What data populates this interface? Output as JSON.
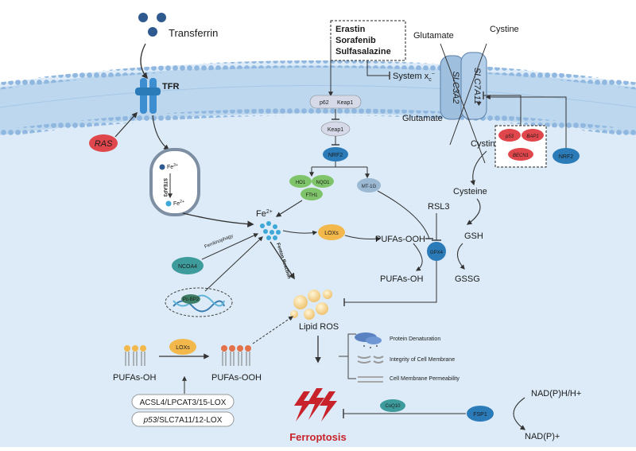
{
  "extracellular": {
    "transferrin": "Transferrin",
    "glutamate": "Glutamate",
    "cystine": "Cystine"
  },
  "inducers": [
    "Erastin",
    "Sorafenib",
    "Sulfasalazine"
  ],
  "membrane": {
    "tfr": "TFR",
    "ras": "RAS",
    "system_xc": "System x",
    "system_xc_sub": "c",
    "system_xc_sup": "−",
    "slc3a2": "SLC3A2",
    "slc7a11": "SLC7A11"
  },
  "endosome": {
    "fe3": "Fe",
    "fe3_sup": "3+",
    "steap3": "STEAP3",
    "fe2": "Fe",
    "fe2_sup": "2+"
  },
  "keap_pathway": {
    "p62": "p62",
    "keap1": "Keap1",
    "keap1_free": "Keap1",
    "nrf2": "NRF2",
    "ho1": "HO1",
    "nqo1": "NQO1",
    "fth1": "FTH1",
    "mt1g": "MT-1G"
  },
  "regulators": {
    "p53": "p53",
    "bap1": "BAP1",
    "becn1": "BECN1",
    "nrf2": "NRF2"
  },
  "intracellular": {
    "glutamate": "Glutamate",
    "cystine": "Cystine",
    "cysteine": "Cysteine",
    "rsl3": "RSL3",
    "gsh": "GSH",
    "gpx4": "GPX4",
    "gssg": "GSSG",
    "fe2": "Fe",
    "fe2_sup": "2+",
    "loxs": "LOXs",
    "pufas_ooh": "PUFAs-OOH",
    "pufas_oh": "PUFAs-OH",
    "ferritinophagy": "Ferritinophagy",
    "ncoa4": "NCOA4",
    "pcbp2": "Pc-BP2",
    "fenton": "Fenton Reaction",
    "lipid_ros": "Lipid ROS"
  },
  "effects": [
    "Protein Denaturation",
    "Integrity of Cell Membrane",
    "Cell Membrane Permeability"
  ],
  "lipid_synthesis": {
    "pufas_oh": "PUFAs-OH",
    "loxs": "LOXs",
    "pufas_ooh": "PUFAs-OOH",
    "acsl4": "ACSL4/LPCAT3/15-LOX",
    "p53_prefix": "p53",
    "p53_suffix": "/SLC7A11/12-LOX"
  },
  "fsp1_axis": {
    "coq10": "CoQ10",
    "fsp1": "FSP1",
    "nadph": "NAD(P)H/H+",
    "nadp": "NAD(P)+"
  },
  "outcome": "Ferroptosis",
  "colors": {
    "cytoplasm": "#dcebf7",
    "membrane": "#bcd7ee",
    "head": "#8fb7df",
    "green_protein": "#7fc46a",
    "blue_protein": "#2b7bb9",
    "red_protein": "#e0474c",
    "yellow": "#f2b84b",
    "ferroptosis_red": "#c8222a"
  }
}
